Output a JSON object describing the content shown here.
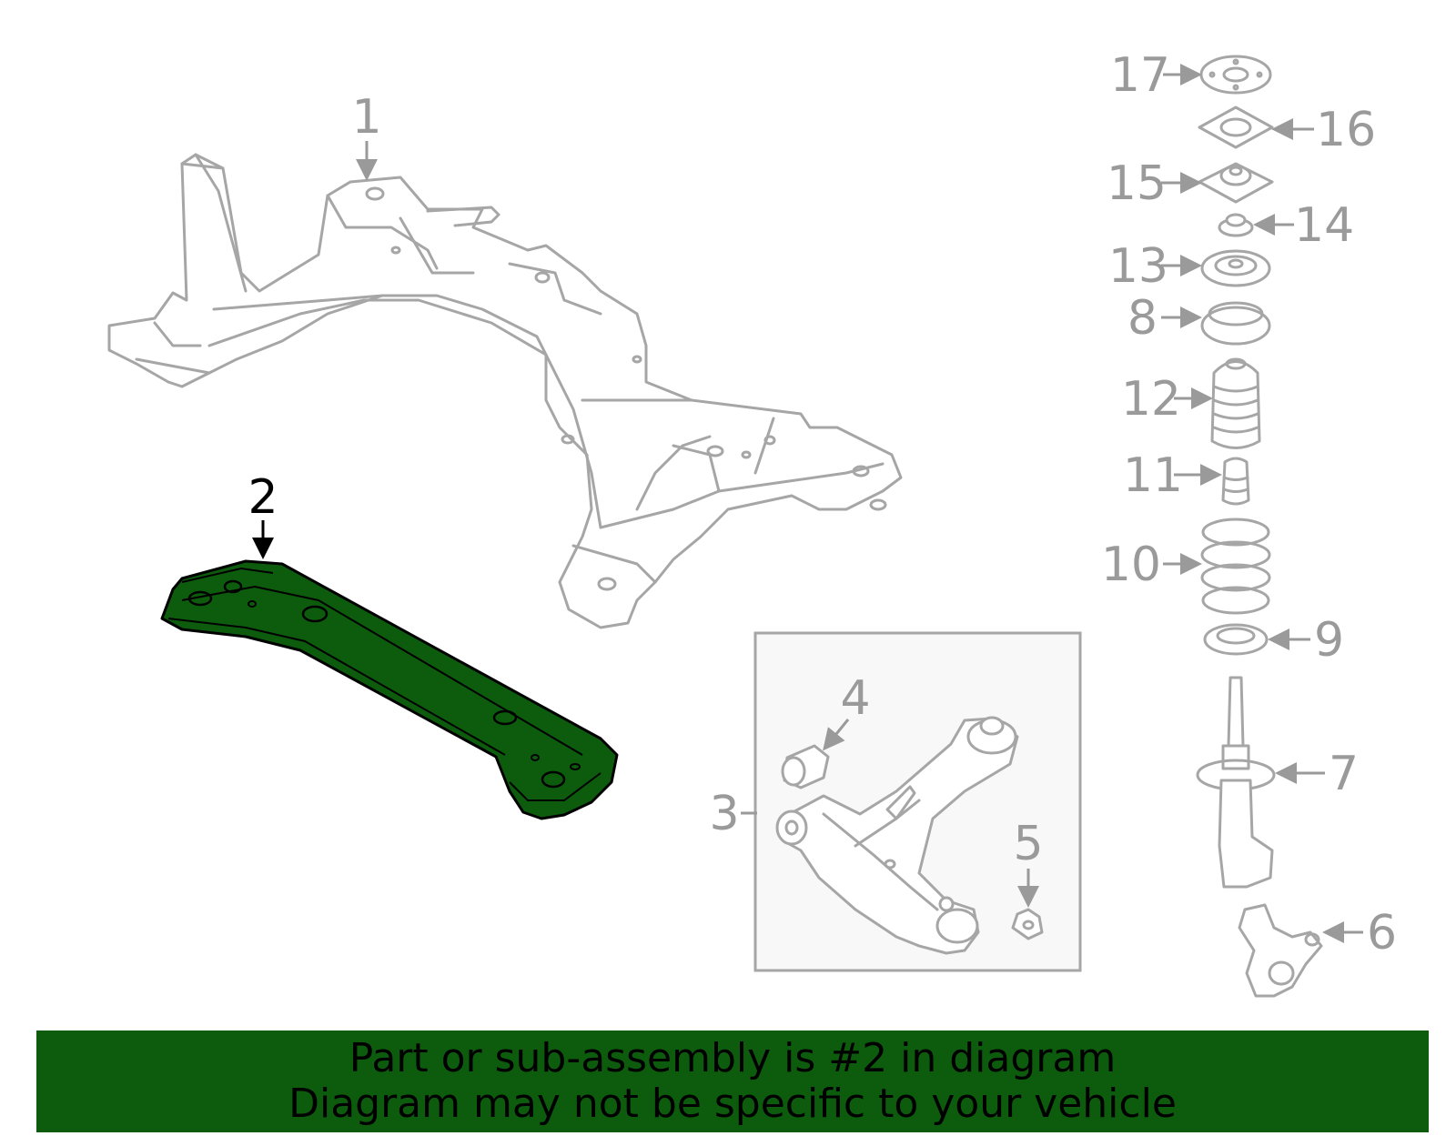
{
  "diagram": {
    "selected_part": "2",
    "highlight_color": "#0d5c0d",
    "callouts": {
      "c1": "1",
      "c2": "2",
      "c3": "3",
      "c4": "4",
      "c5": "5",
      "c6": "6",
      "c7": "7",
      "c8": "8",
      "c9": "9",
      "c10": "10",
      "c11": "11",
      "c12": "12",
      "c13": "13",
      "c14": "14",
      "c15": "15",
      "c16": "16",
      "c17": "17"
    }
  },
  "banner": {
    "line1": "Part or sub-assembly is #2 in diagram",
    "line2": "Diagram may not be specific to your vehicle",
    "background_color": "#0d5c0d"
  }
}
